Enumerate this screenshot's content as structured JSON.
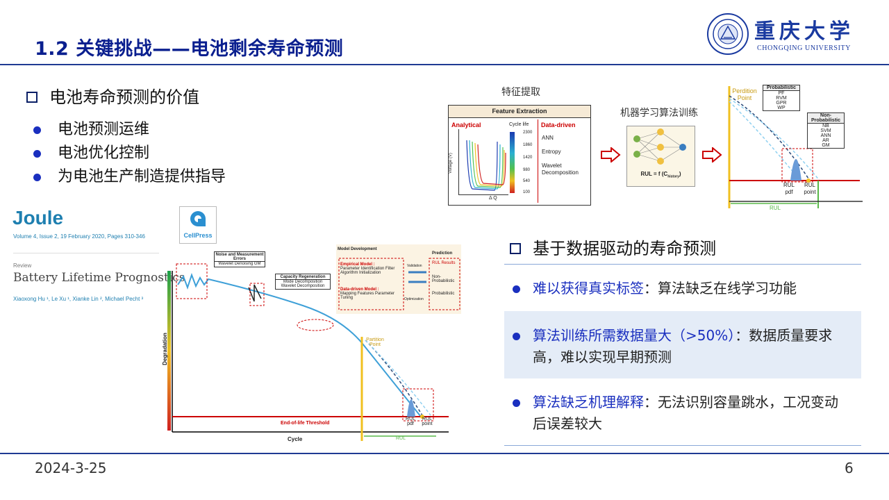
{
  "header": {
    "title": "1.2 关键挑战——电池剩余寿命预测",
    "logo_name": "重庆大学",
    "logo_sub": "CHONGQING UNIVERSITY"
  },
  "left": {
    "heading": "电池寿命预测的价值",
    "bullets": [
      "电池预测运维",
      "电池优化控制",
      "为电池生产制造提供指导"
    ]
  },
  "paper": {
    "journal": "Joule",
    "meta": "Volume 4, Issue 2, 19 February 2020, Pages 310-346",
    "type": "Review",
    "title": "Battery Lifetime Prognostics",
    "authors": "Xiaoxong Hu ¹, Le Xu ¹, Xianke Lin ², Michael Pecht ³",
    "publisher": "CellPress"
  },
  "fig_small": {
    "noise_box": "Noise and Measurement Errors",
    "noise_methods": "Wavelet Denoising GM",
    "capacity_box": "Capacity Regeneration",
    "capacity_methods": "Mode Decomposition Wavelet Decomposition",
    "model_dev": "Model Development",
    "empirical": "Empirical Model :",
    "empirical_items": "Parameter Identification Filter Algorithm Initialization",
    "datadriven_model": "Data-driven Model :",
    "datadriven_items": "Mapping Features Parameter Tuning",
    "validation": "Validation",
    "optimization": "Optimization",
    "prediction": "Prediction",
    "rul_results": "RUL Results",
    "non_prob": "Non-Probabilistic",
    "prob": "Probabilistic",
    "ylabel": "Degradation",
    "xlabel": "Cycle",
    "eol": "End-of-life Threshold",
    "rul": "RUL",
    "rul_pdf": "RUL pdf",
    "rul_point": "RUL point",
    "partition": "Partition Point"
  },
  "feature": {
    "label_cn": "特征提取",
    "title": "Feature Extraction",
    "analytical": "Analytical",
    "cycle_life": "Cycle life",
    "data_driven": "Data-driven",
    "methods": [
      "ANN",
      "Entropy",
      "Wavelet Decomposition"
    ],
    "ticks": [
      "2300",
      "1860",
      "1420",
      "980",
      "540",
      "100"
    ],
    "ylabel": "Voltage (V)",
    "xlabel": "Δ Q"
  },
  "ml": {
    "label_cn": "机器学习算法训练",
    "formula": "RUL = f (C",
    "formula_sub": "history",
    "formula_end": ")"
  },
  "rul_fig": {
    "partition": "Perdition Point",
    "probabilistic": "Probabilistic",
    "prob_methods": [
      "PF",
      "RVM",
      "GPR",
      "WP"
    ],
    "non_probabilistic": "Non-Probabilistic",
    "nonprob_methods": [
      "NB",
      "SVM",
      "ANN",
      "AR",
      "GM"
    ],
    "rul_pdf": "RUL pdf",
    "rul_point": "RUL point",
    "rul": "RUL"
  },
  "right": {
    "heading": "基于数据驱动的寿命预测",
    "items": [
      {
        "hl": "难以获得真实标签",
        "text": "：算法缺乏在线学习功能"
      },
      {
        "hl": "算法训练所需数据量大（>50%）",
        "text": "：数据质量要求高，难以实现早期预测"
      },
      {
        "hl": "算法缺乏机理解释",
        "text": "：无法识别容量跳水，工况变动后误差较大"
      }
    ]
  },
  "footer": {
    "date": "2024-3-25",
    "page": "6"
  },
  "colors": {
    "title": "#0a1f8f",
    "accent": "#1a2fbf",
    "rule": "#1f3a93",
    "highlight_bg": "#e4ecf7"
  }
}
